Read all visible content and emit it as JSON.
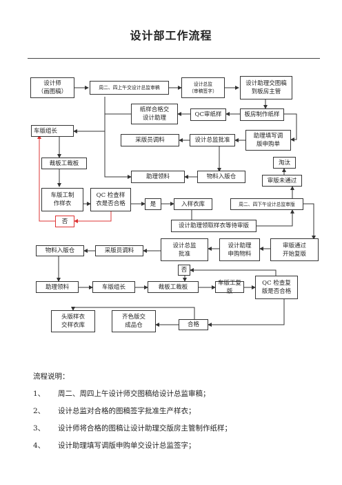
{
  "title": "设计部工作流程",
  "boxes": {
    "b1": "设计师\n（画图稿）",
    "b2": "周二、四上午交设计总监审稿",
    "b3": "设计总监\n（审稿签字）",
    "b4": "设计助理交图稿\n到板房主管",
    "b5": "纸样合格交\n设计助理",
    "b6": "QC审纸样",
    "b7": "板房制作纸样",
    "b8": "车版组长",
    "b9": "采版员调料",
    "b10": "设计总监批准",
    "b11": "助理填写调\n版申购单",
    "b12": "裁板工裁板",
    "b13": "淘汰",
    "b14": "助理领料",
    "b15": "物料入版仓",
    "b16": "审版未通过",
    "b17": "车版工制\n作样衣",
    "b18": "QC 检查样\n衣是否合格",
    "b19": "是",
    "b20": "入样衣库",
    "b21": "周二、四下午设计总监审版",
    "b22": "否",
    "b23": "设计助理领取样衣等待审版",
    "b24": "设计总监\n批准",
    "b25": "设计助理\n申购物料",
    "b26": "审版通过\n开始复版",
    "b27": "物料入版仓",
    "b28": "采版员调料",
    "b29": "否",
    "b30": "助理领料",
    "b31": "车版组长",
    "b32": "裁板工裁板",
    "b33": "车版工复版",
    "b34": "QC 检查复\n版是否合格",
    "b35": "头版样衣\n交样衣库",
    "b36": "齐色版交\n成品仓",
    "b37": "合格"
  },
  "notes": {
    "heading": "流程说明：",
    "items": [
      {
        "num": "1、",
        "text": "周二、周四上午设计师交图稿给设计总监审稿；"
      },
      {
        "num": "2、",
        "text": "设计总监对合格的图稿签字批准生产样衣；"
      },
      {
        "num": "3、",
        "text": "设计师将合格的图稿让设计助理交版房主管制作纸样；"
      },
      {
        "num": "4、",
        "text": "设计助理填写调版申购单交设计总监签字；"
      }
    ]
  }
}
